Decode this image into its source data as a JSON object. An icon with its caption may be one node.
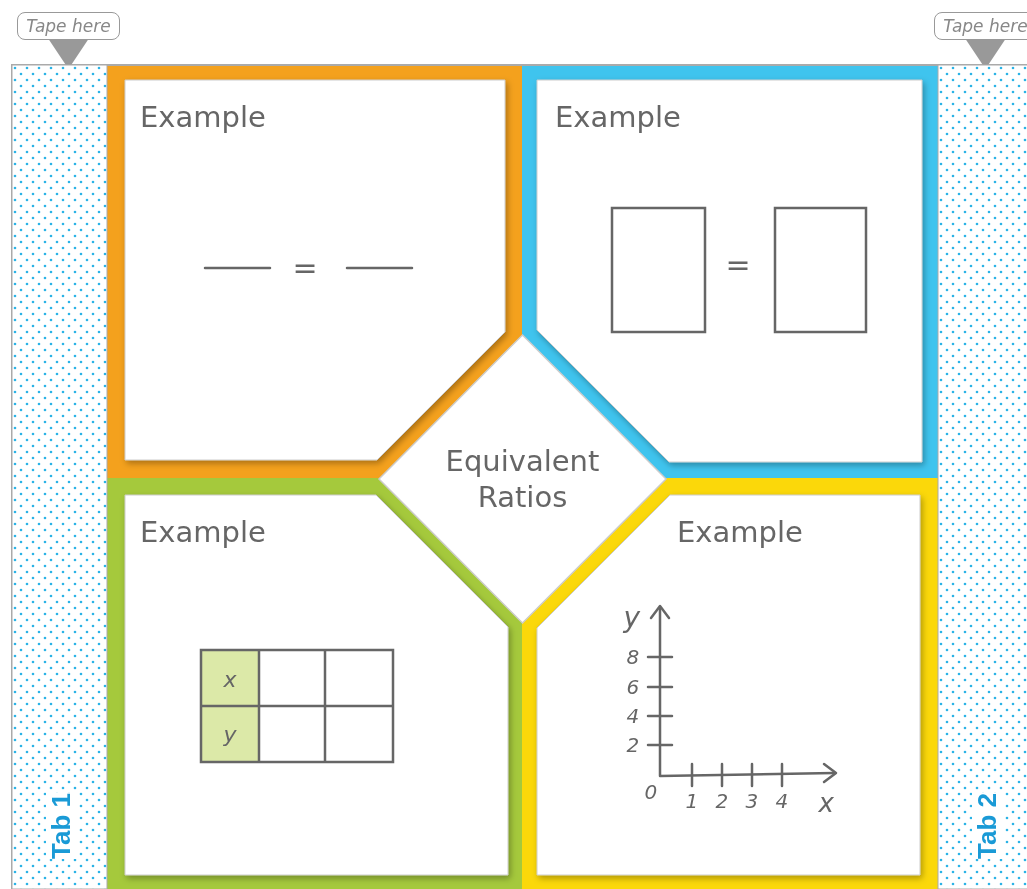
{
  "diagram": {
    "nodes": [
      {
        "text": [
          "Example"
        ]
      },
      {
        "text": [
          "Example"
        ]
      },
      {
        "text": [
          "Equivalent Ratios"
        ]
      },
      {
        "text": [
          "Example"
        ]
      },
      {
        "text": [
          "Example"
        ]
      },
      {
        "text": [
          "Tape here"
        ]
      },
      {
        "text": [
          "Tab 1"
        ]
      },
      {
        "text": [
          "Tape here"
        ]
      },
      {
        "text": [
          "Tab 2"
        ]
      }
    ],
    "edges": [
      {
        "from": 5,
        "to": 6,
        "arrow": "to"
      },
      {
        "from": 7,
        "to": 8,
        "arrow": "to"
      }
    ],
    "labels": [
      "=",
      "=",
      "x",
      "y",
      "y",
      "8",
      "6",
      "4",
      "2",
      "0",
      "1",
      "2",
      "3",
      "4",
      "x"
    ]
  }
}
